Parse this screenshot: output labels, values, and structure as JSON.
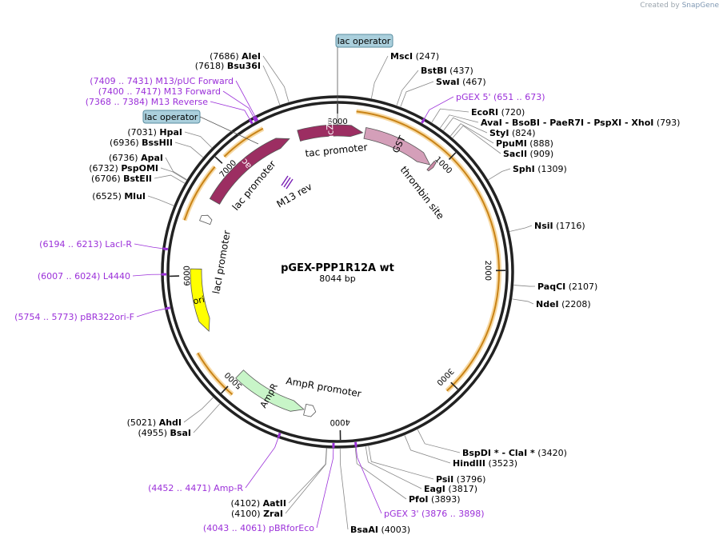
{
  "credit": {
    "prefix": "Created by",
    "brand": "SnapGene"
  },
  "plasmid": {
    "name": "pGEX-PPP1R12A wt",
    "length": "8044 bp",
    "total": 8044
  },
  "ticks": [
    {
      "pos": 0,
      "label": "8000"
    },
    {
      "pos": 1000,
      "label": "1000"
    },
    {
      "pos": 2000,
      "label": "2000"
    },
    {
      "pos": 3000,
      "label": "3000"
    },
    {
      "pos": 4000,
      "label": "4000"
    },
    {
      "pos": 5000,
      "label": "5000"
    },
    {
      "pos": 6000,
      "label": "6000"
    },
    {
      "pos": 7000,
      "label": "7000"
    }
  ],
  "features": [
    {
      "name": "GST",
      "start": 250,
      "end": 910,
      "dir": 1,
      "color": "#d49fb9",
      "labeled": true
    },
    {
      "name": "lacZα",
      "start": 7690,
      "end": 230,
      "dir": 1,
      "color": "#9c2e62",
      "labeled": true
    },
    {
      "name": "lacI",
      "start": 6700,
      "end": 7600,
      "dir": 1,
      "color": "#9c2e62",
      "labeled": true
    },
    {
      "name": "lacI promoter",
      "start": 6490,
      "end": 6560,
      "dir": 1,
      "color": "#ffffff",
      "labeled": false
    },
    {
      "name": "ori",
      "start": 5480,
      "end": 6060,
      "dir": -1,
      "color": "#ffff00",
      "labeled": true
    },
    {
      "name": "AmpR",
      "start": 4330,
      "end": 5000,
      "dir": -1,
      "color": "#c8f5c8",
      "labeled": true
    },
    {
      "name": "AmpR promoter",
      "start": 4220,
      "end": 4320,
      "dir": -1,
      "color": "#ffffff",
      "labeled": false
    },
    {
      "name": "thrombin site",
      "start": 920,
      "end": 950,
      "dir": 1,
      "color": "#cc8aa6",
      "labeled": false
    }
  ],
  "feature_labels": [
    {
      "text": "tac promoter"
    },
    {
      "text": "thrombin site"
    },
    {
      "text": "lac promoter"
    },
    {
      "text": "M13 rev"
    },
    {
      "text": "lacI promoter"
    },
    {
      "text": "AmpR promoter"
    }
  ],
  "sites": [
    {
      "pos": 7686,
      "loc": "(7686)",
      "name": "AleI"
    },
    {
      "pos": 7618,
      "loc": "(7618)",
      "name": "Bsu36I"
    },
    {
      "pos": 247,
      "loc": "(247)",
      "name": "MscI"
    },
    {
      "pos": 437,
      "loc": "(437)",
      "name": "BstBI"
    },
    {
      "pos": 467,
      "loc": "(467)",
      "name": "SwaI"
    },
    {
      "pos": 720,
      "loc": "(720)",
      "name": "EcoRI"
    },
    {
      "pos": 793,
      "loc": "(793)",
      "name": "AvaI  - BsoBI  - PaeR7I   - PspXI  - XhoI"
    },
    {
      "pos": 824,
      "loc": "(824)",
      "name": "StyI"
    },
    {
      "pos": 888,
      "loc": "(888)",
      "name": "PpuMI"
    },
    {
      "pos": 909,
      "loc": "(909)",
      "name": "SacII"
    },
    {
      "pos": 1309,
      "loc": "(1309)",
      "name": "SphI"
    },
    {
      "pos": 1716,
      "loc": "(1716)",
      "name": "NsiI"
    },
    {
      "pos": 2107,
      "loc": "(2107)",
      "name": "PaqCI"
    },
    {
      "pos": 2208,
      "loc": "(2208)",
      "name": "NdeI"
    },
    {
      "pos": 3420,
      "loc": "(3420)",
      "name": "BspDI *  - ClaI *"
    },
    {
      "pos": 3523,
      "loc": "(3523)",
      "name": "HindIII"
    },
    {
      "pos": 3796,
      "loc": "(3796)",
      "name": "PsiI"
    },
    {
      "pos": 3817,
      "loc": "(3817)",
      "name": "EagI"
    },
    {
      "pos": 3893,
      "loc": "(3893)",
      "name": "PfoI"
    },
    {
      "pos": 4003,
      "loc": "(4003)",
      "name": "BsaAI"
    },
    {
      "pos": 4102,
      "loc": "(4102)",
      "name": "AatII"
    },
    {
      "pos": 4100,
      "loc": "(4100)",
      "name": "ZraI"
    },
    {
      "pos": 5021,
      "loc": "(5021)",
      "name": "AhdI"
    },
    {
      "pos": 4955,
      "loc": "(4955)",
      "name": "BsaI"
    },
    {
      "pos": 6525,
      "loc": "(6525)",
      "name": "MluI"
    },
    {
      "pos": 6706,
      "loc": "(6706)",
      "name": "BstEII"
    },
    {
      "pos": 6732,
      "loc": "(6732)",
      "name": "PspOMI"
    },
    {
      "pos": 6736,
      "loc": "(6736)",
      "name": "ApaI"
    },
    {
      "pos": 6936,
      "loc": "(6936)",
      "name": "BssHII"
    },
    {
      "pos": 7031,
      "loc": "(7031)",
      "name": "HpaI"
    }
  ],
  "primers": [
    {
      "pos": 660,
      "text": "pGEX 5'     (651 .. 673)"
    },
    {
      "pos": 7420,
      "text": "(7409 .. 7431)  M13/pUC Forward"
    },
    {
      "pos": 7408,
      "text": "(7400 .. 7417)  M13 Forward"
    },
    {
      "pos": 7376,
      "text": "(7368 .. 7384)  M13 Reverse"
    },
    {
      "pos": 6203,
      "text": "(6194 .. 6213)  LacI-R"
    },
    {
      "pos": 6015,
      "text": "(6007 .. 6024)  L4440"
    },
    {
      "pos": 5763,
      "text": "(5754 .. 5773)  pBR322ori-F"
    },
    {
      "pos": 4461,
      "text": "(4452 .. 4471)  Amp-R"
    },
    {
      "pos": 4052,
      "text": "(4043 .. 4061)  pBRforEco"
    },
    {
      "pos": 3887,
      "text": "pGEX 3'     (3876 .. 3898)"
    }
  ],
  "boxed": [
    {
      "text": "lac operator"
    },
    {
      "text": "lac operator"
    }
  ],
  "colors": {
    "site": "#000000",
    "primer": "#9b30d9",
    "backbone": "#222222",
    "orf": "#e8a33a",
    "box": "#aacfdc"
  }
}
